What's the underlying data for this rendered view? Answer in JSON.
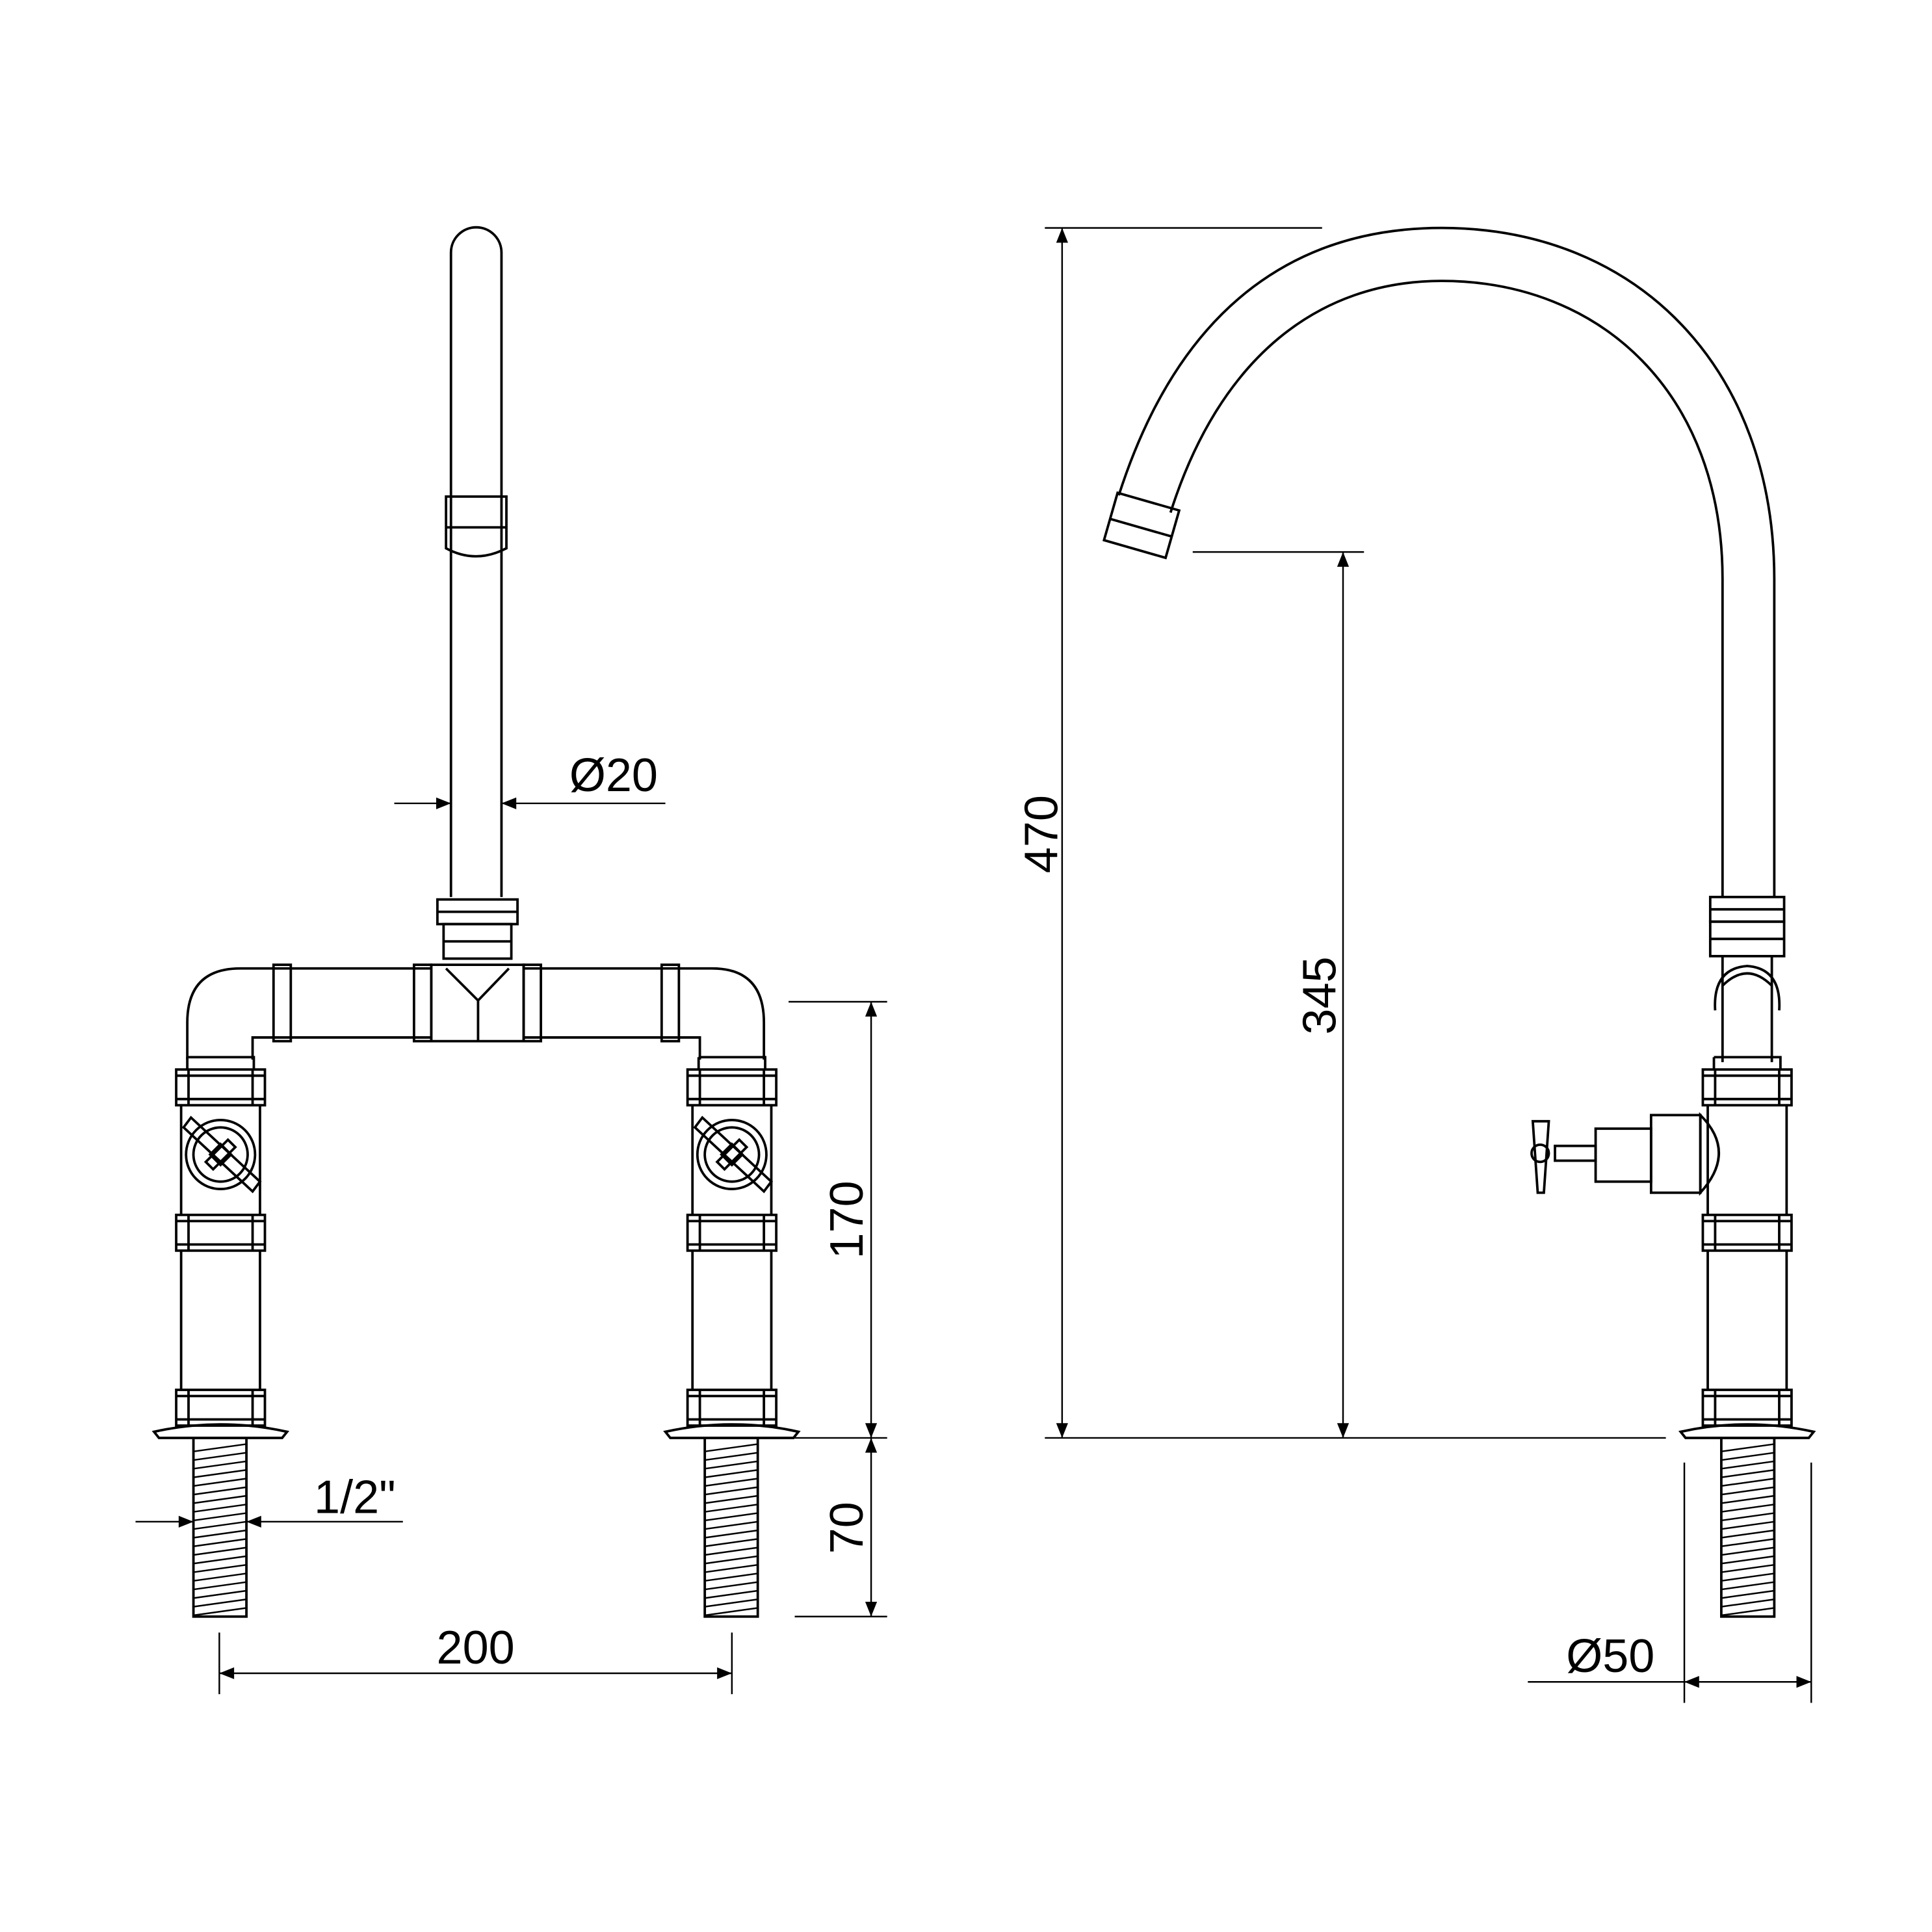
{
  "drawing": {
    "front_view": {
      "spout_diameter": "Ø20",
      "thread_size": "1/2\"",
      "center_distance": "200",
      "body_height": "170",
      "thread_length": "70"
    },
    "side_view": {
      "total_height": "470",
      "spout_height": "345",
      "base_diameter": "Ø50"
    },
    "line_color": "#000000"
  }
}
